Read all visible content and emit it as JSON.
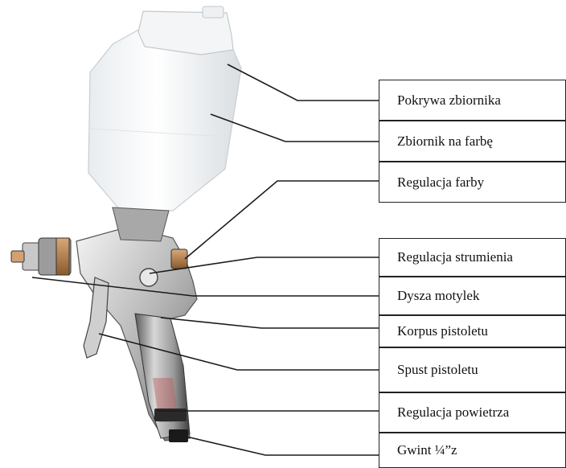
{
  "labels": [
    {
      "id": "lid",
      "text": "Pokrywa zbiornika"
    },
    {
      "id": "cup",
      "text": "Zbiornik na farbę"
    },
    {
      "id": "paint",
      "text": "Regulacja farby"
    },
    {
      "id": "fan",
      "text": "Regulacja strumienia"
    },
    {
      "id": "nozzle",
      "text": "Dysza motylek"
    },
    {
      "id": "body",
      "text": "Korpus pistoletu"
    },
    {
      "id": "trigger",
      "text": "Spust pistoletu"
    },
    {
      "id": "air",
      "text": "Regulacja powietrza"
    },
    {
      "id": "thread",
      "text": "Gwint ¼”z"
    }
  ]
}
